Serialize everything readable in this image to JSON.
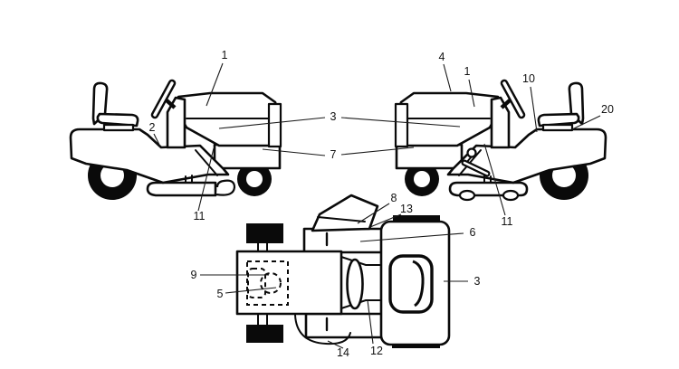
{
  "page": {
    "background": "#ffffff",
    "ink": "#0a0a0a"
  },
  "diagram": {
    "kind": "lawn-tractor-decal-parts-diagram",
    "views": [
      "left-side-view",
      "right-side-view",
      "top-view"
    ]
  },
  "callouts": {
    "left_1": "1",
    "left_2": "2",
    "left_11": "11",
    "shared_3": "3",
    "shared_7": "7",
    "right_4": "4",
    "right_1": "1",
    "right_10": "10",
    "right_20": "20",
    "right_11": "11",
    "top_8": "8",
    "top_13": "13",
    "top_6": "6",
    "top_3": "3",
    "top_9": "9",
    "top_5": "5",
    "top_12": "12",
    "top_14": "14"
  }
}
